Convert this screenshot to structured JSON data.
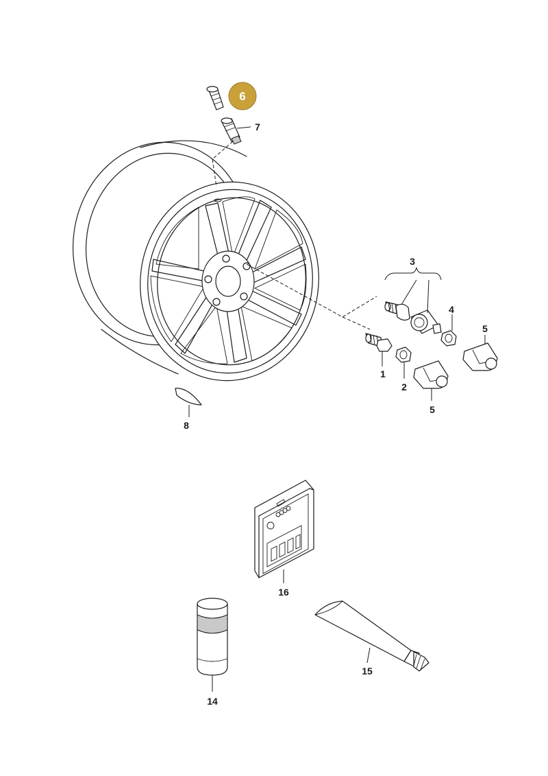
{
  "highlight_color": "#c9a03a",
  "callouts": {
    "p1": "1",
    "p2": "2",
    "p3": "3",
    "p4": "4",
    "p5a": "5",
    "p5b": "5",
    "p6": "6",
    "p7": "7",
    "p8": "8",
    "p14": "14",
    "p15": "15",
    "p16": "16"
  }
}
